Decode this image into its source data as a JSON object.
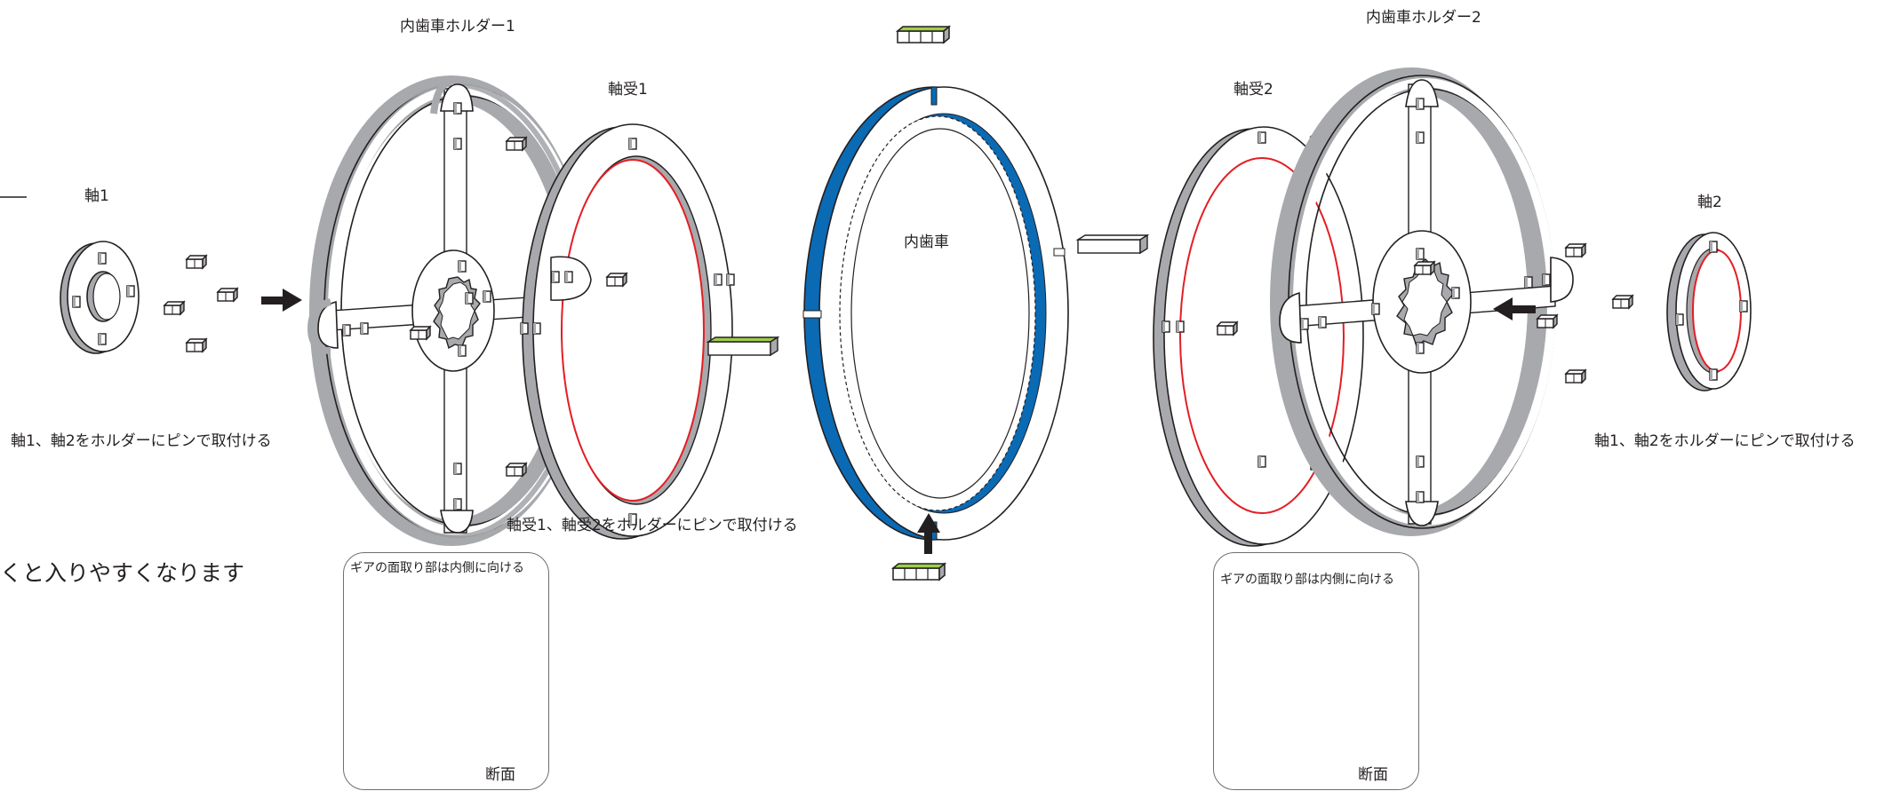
{
  "labels": {
    "holder1": "内歯車ホルダー1",
    "holder2": "内歯車ホルダー2",
    "bearing1": "軸受1",
    "bearing2": "軸受2",
    "shaft1": "軸1",
    "shaft2": "軸2",
    "internal_gear": "内歯車",
    "note_shaft_left": "軸1、軸2をホルダーにピンで取付ける",
    "note_shaft_right": "軸1、軸2をホルダーにピンで取付ける",
    "note_bearing": "軸受1、軸受2をホルダーにピンで取付ける",
    "note_cut": "くと入りやすくなります",
    "inset_title_left": "ギアの面取り部は内側に向ける",
    "inset_title_right": "ギアの面取り部は内側に向ける",
    "section_left": "断面",
    "section_right": "断面"
  },
  "colors": {
    "outline": "#231f20",
    "side_gray": "#a7a9ac",
    "face": "#ffffff",
    "red_ring": "#e31e24",
    "blue_gear": "#0a6ab4",
    "pin_green": "#9ccf4d"
  },
  "icons": [
    "arrow-right-icon",
    "arrow-left-icon",
    "arrow-up-icon",
    "pin-icon"
  ]
}
